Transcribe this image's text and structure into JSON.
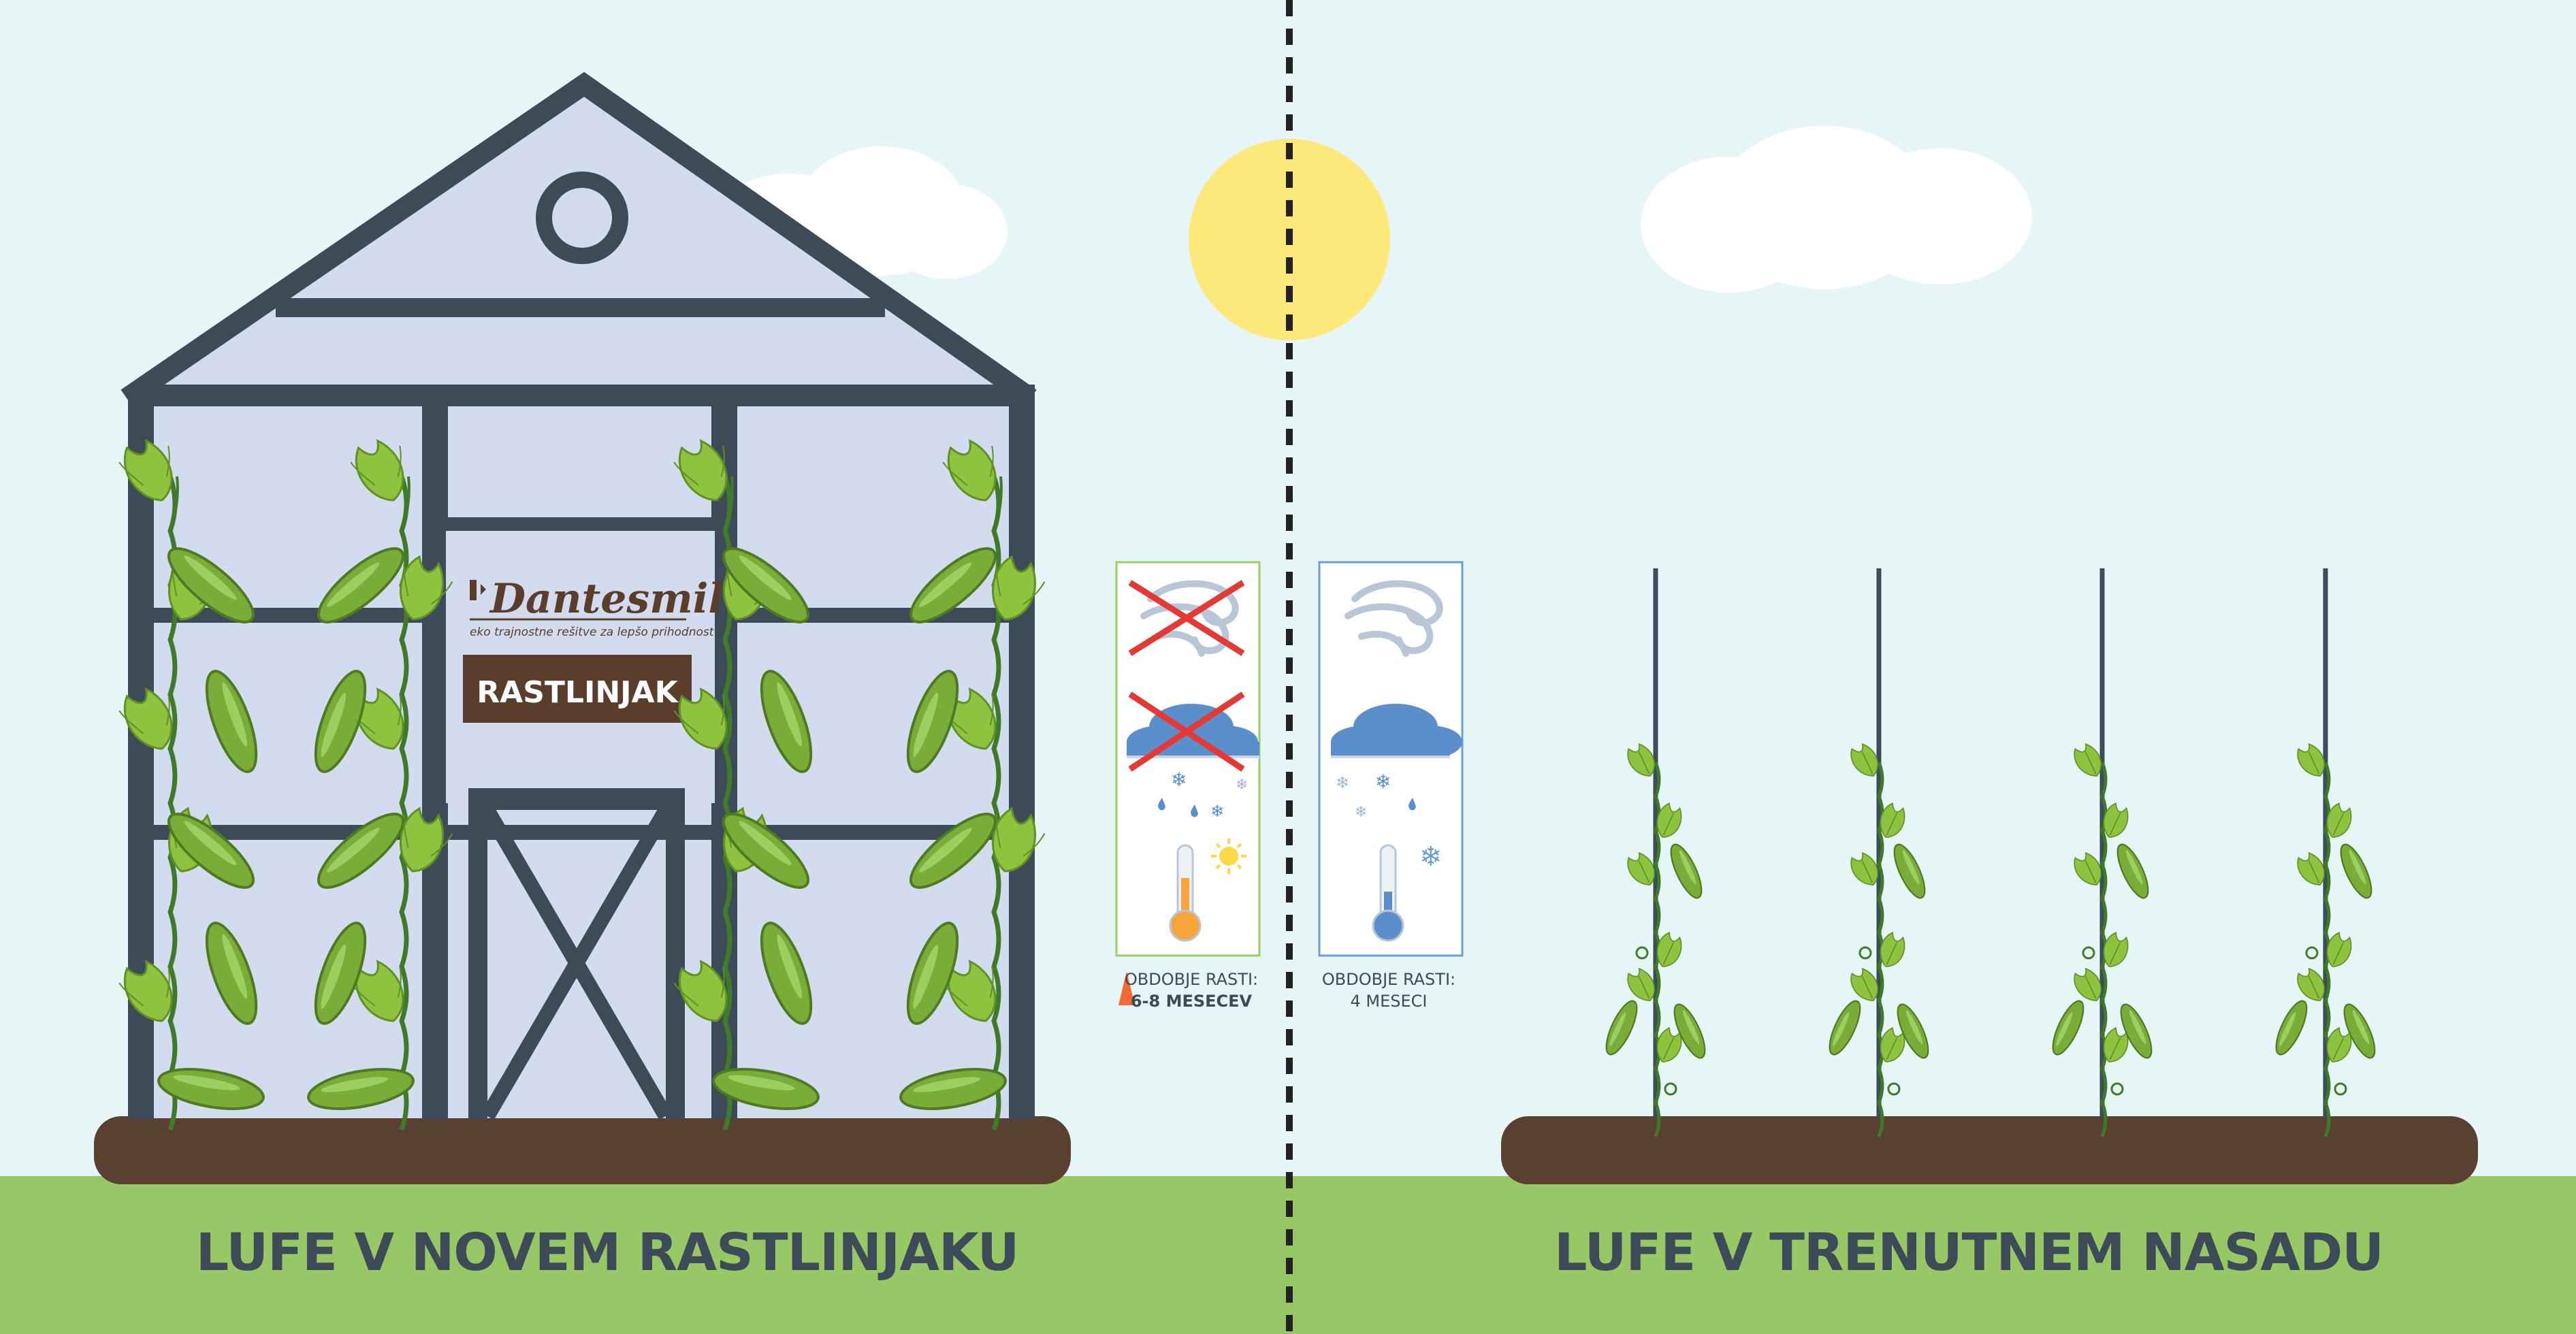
{
  "brand": {
    "name": "Dantesmile",
    "tagline": "eko trajnostne rešitve za lepšo prihodnost"
  },
  "greenhouse_sign": "RASTLINJAK",
  "left_panel": {
    "period_label": "OBDOBJE RASTI:",
    "period_value": "6-8 MESECEV",
    "period_icon": "arrow-up-icon",
    "icons": [
      "wind-icon-crossed",
      "storm-cloud-icon-crossed",
      "thermometer-warm-icon",
      "sun-icon"
    ]
  },
  "right_panel": {
    "period_label": "OBDOBJE RASTI:",
    "period_value": "4 MESECI",
    "icons": [
      "wind-icon",
      "storm-cloud-icon",
      "thermometer-cold-icon",
      "snowflake-icon"
    ]
  },
  "captions": {
    "left": "LUFE V NOVEM RASTLINJAKU",
    "right": "LUFE V TRENUTNEM NASADU"
  },
  "colors": {
    "sky": "#e6f6f7",
    "grass": "#97c865",
    "soil": "#5a4030",
    "frame": "#3d4a57",
    "glass": "#d3dcee",
    "sun": "#fde97b",
    "leaf": "#8fc23f",
    "cucumber": "#7aad37",
    "sign": "#5a3d2b",
    "panel_left_border": "#98cf68",
    "panel_right_border": "#6a9fd4",
    "cross": "#e53935",
    "arrow": "#f26b35"
  }
}
